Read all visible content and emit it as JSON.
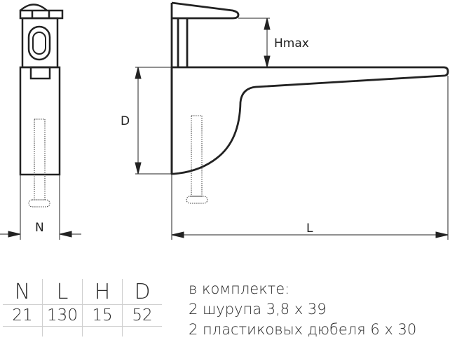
{
  "drawing": {
    "dimension_labels": {
      "front_width": "N",
      "height_max": "Hmax",
      "depth": "D",
      "length": "L"
    },
    "line_color": "#222222",
    "grid_color": "#cfcfcf"
  },
  "spec_table": {
    "headers": [
      "N",
      "L",
      "H",
      "D"
    ],
    "values": [
      "21",
      "130",
      "15",
      "52"
    ]
  },
  "kit": {
    "title": "в комплекте:",
    "items": [
      "2 шурупа 3,8 x 39",
      "2 пластиковых дюбеля 6 x 30"
    ]
  }
}
